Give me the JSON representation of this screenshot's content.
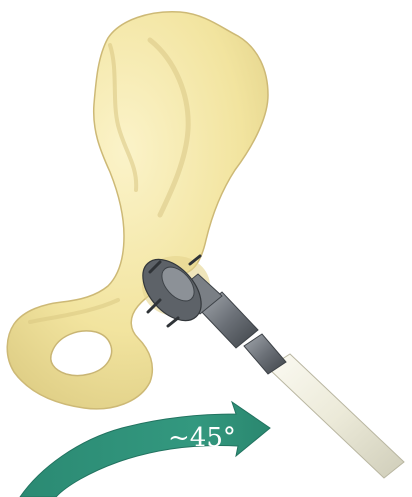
{
  "angle_label": "~45°",
  "colors": {
    "bone": "#f3e6a4",
    "bone_shadow": "#d8c67e",
    "bone_highlight": "#fbf4cf",
    "arrow": "#2f8f78",
    "arrow_dark": "#1f6b58",
    "instrument": "#6c7177",
    "instrument_dark": "#3d4247",
    "shaft": "#f1efe2"
  },
  "icons": {
    "pelvis": "hip-bone-illustration",
    "reamer": "acetabular-reamer-illustration",
    "arrow": "rotation-arrow"
  }
}
